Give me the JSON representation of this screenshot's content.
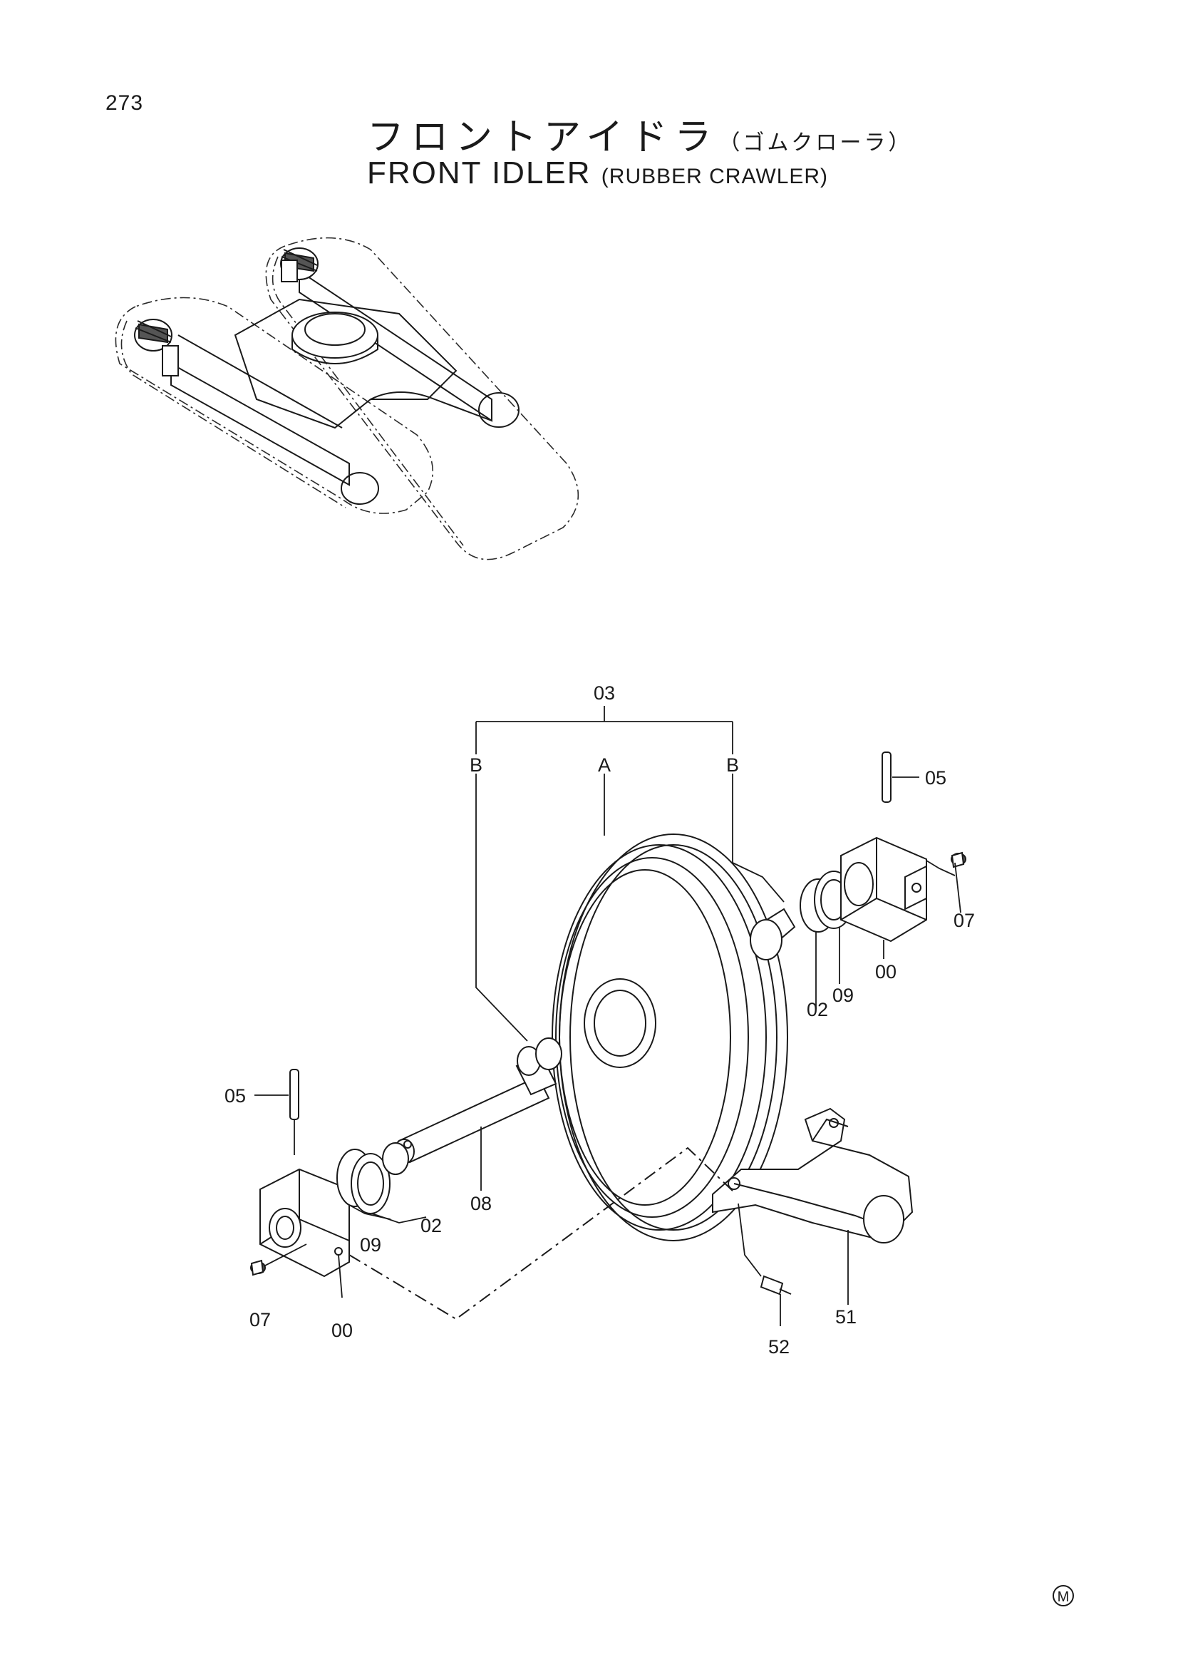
{
  "page_number": "273",
  "title": {
    "jp": "フロントアイドラ",
    "jp_sub": "（ゴムクローラ）",
    "en": "FRONT IDLER",
    "en_sub": "(RUBBER CRAWLER)"
  },
  "callouts": {
    "assembly": "03",
    "group_a": "A",
    "group_b_left": "B",
    "group_b_right": "B",
    "pin_right": "05",
    "plug_right": "07",
    "block_right": "00",
    "seal_right": "09",
    "bushing_right": "02",
    "pin_left": "05",
    "shaft": "08",
    "seal_left": "09",
    "bushing_left": "02",
    "plug_left": "07",
    "block_left": "00",
    "yoke": "51",
    "bolt": "52"
  },
  "mark": "M"
}
